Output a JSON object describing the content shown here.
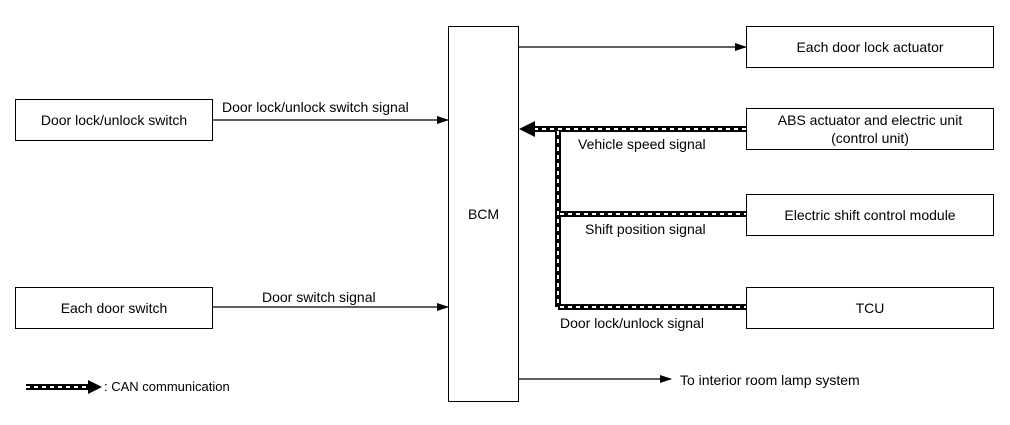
{
  "blocks": {
    "bcm": "BCM",
    "door_lock_unlock_switch": "Door lock/unlock switch",
    "each_door_switch": "Each door switch",
    "each_door_lock_actuator": "Each door lock actuator",
    "abs_line1": "ABS actuator and electric unit",
    "abs_line2": "(control unit)",
    "electric_shift_control_module": "Electric shift control module",
    "tcu": "TCU"
  },
  "signals": {
    "door_lock_unlock_switch_signal": "Door lock/unlock switch signal",
    "door_switch_signal": "Door switch signal",
    "vehicle_speed_signal": "Vehicle speed signal",
    "shift_position_signal": "Shift position signal",
    "door_lock_unlock_signal": "Door lock/unlock signal",
    "to_interior_room_lamp_system": "To interior room lamp system"
  },
  "legend": {
    "can_communication": ": CAN communication"
  }
}
